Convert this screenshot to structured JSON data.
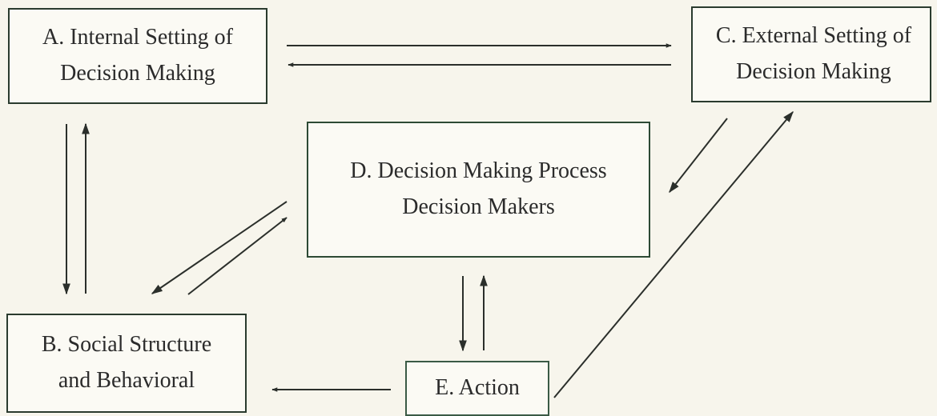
{
  "boxes": {
    "a": {
      "line1": "A. Internal Setting of",
      "line2": "Decision Making"
    },
    "b": {
      "line1": "B. Social Structure",
      "line2": "and Behavioral"
    },
    "c": {
      "line1": "C. External Setting of",
      "line2": "Decision Making"
    },
    "d": {
      "line1": "D. Decision Making Process",
      "line2": "Decision Makers"
    },
    "e": {
      "line1": "E. Action"
    }
  },
  "connections": [
    {
      "from": "A",
      "to": "C"
    },
    {
      "from": "C",
      "to": "A"
    },
    {
      "from": "A",
      "to": "B"
    },
    {
      "from": "B",
      "to": "A"
    },
    {
      "from": "D",
      "to": "B"
    },
    {
      "from": "B",
      "to": "D"
    },
    {
      "from": "C",
      "to": "D"
    },
    {
      "from": "D",
      "to": "E"
    },
    {
      "from": "E",
      "to": "D"
    },
    {
      "from": "E",
      "to": "B"
    },
    {
      "from": "E",
      "to": "C"
    }
  ],
  "colors": {
    "arrow": "#2b2f2b",
    "border": "#2a3b2e",
    "background": "#f7f5ec"
  }
}
